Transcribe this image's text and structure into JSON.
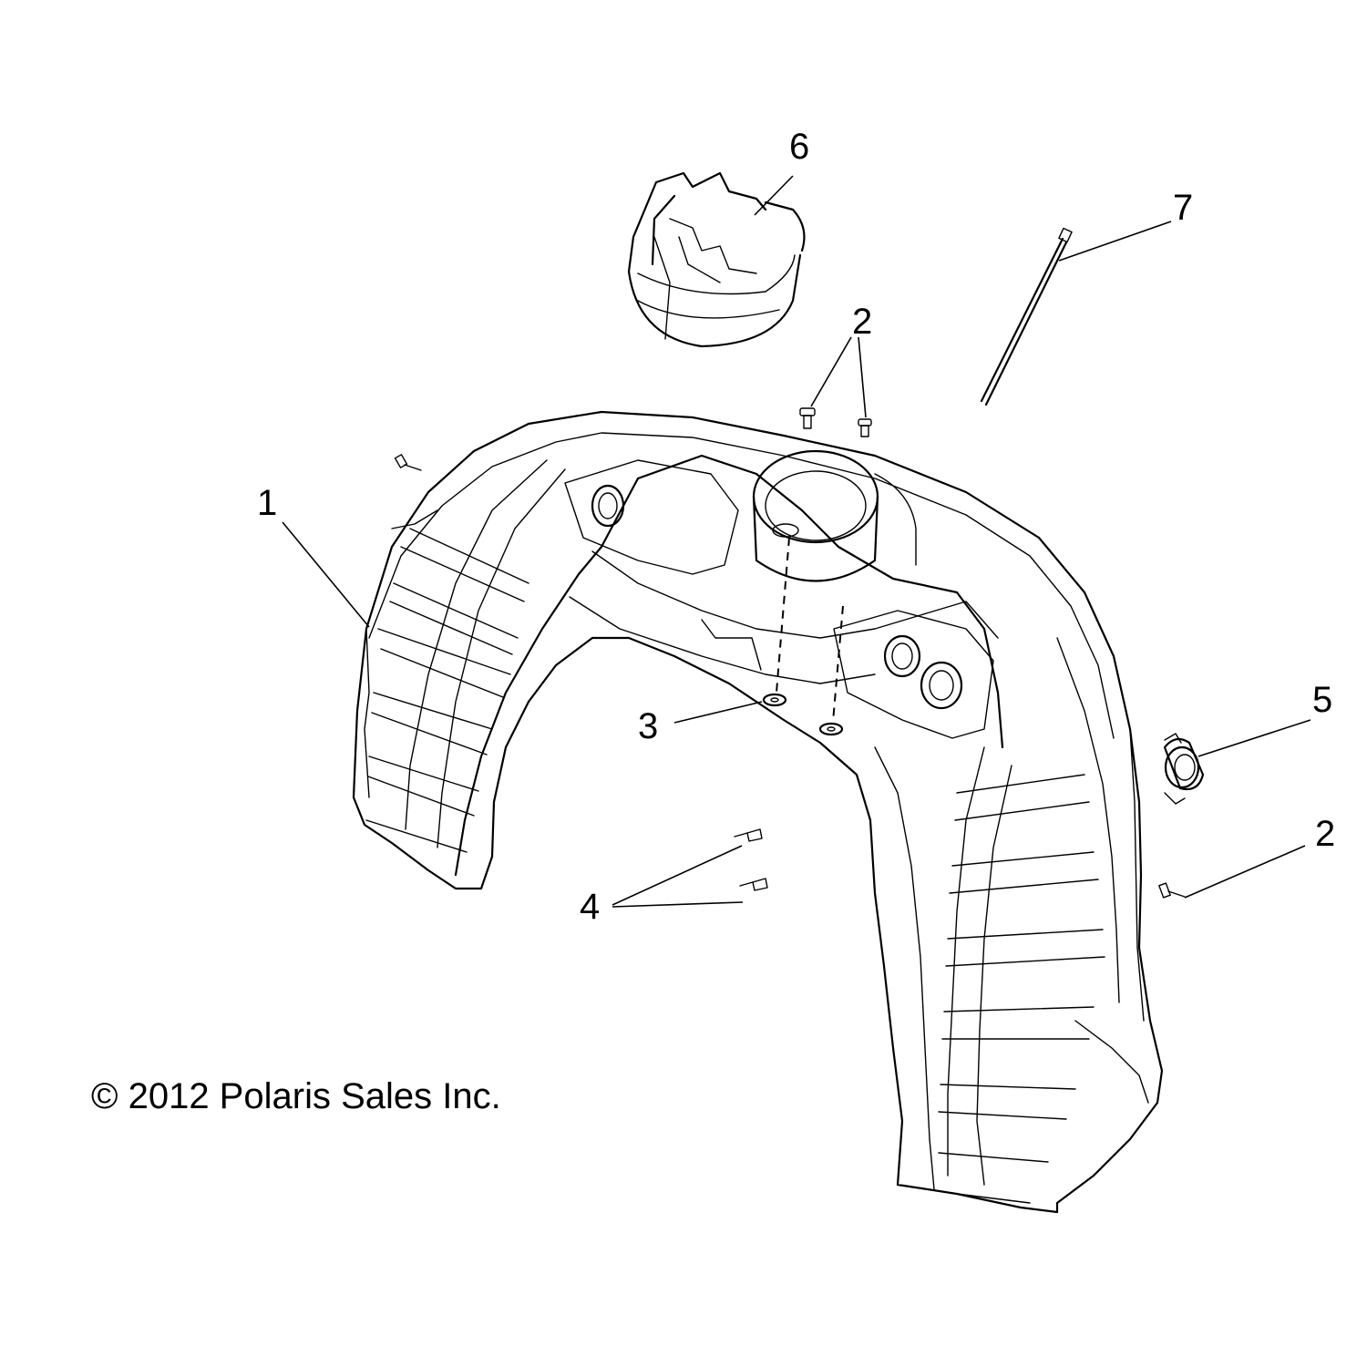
{
  "callouts": [
    {
      "id": "1",
      "label": "1"
    },
    {
      "id": "2a",
      "label": "2"
    },
    {
      "id": "2b",
      "label": "2"
    },
    {
      "id": "3",
      "label": "3"
    },
    {
      "id": "4",
      "label": "4"
    },
    {
      "id": "5",
      "label": "5"
    },
    {
      "id": "6",
      "label": "6"
    },
    {
      "id": "7",
      "label": "7"
    }
  ],
  "copyright": "© 2012 Polaris Sales Inc."
}
